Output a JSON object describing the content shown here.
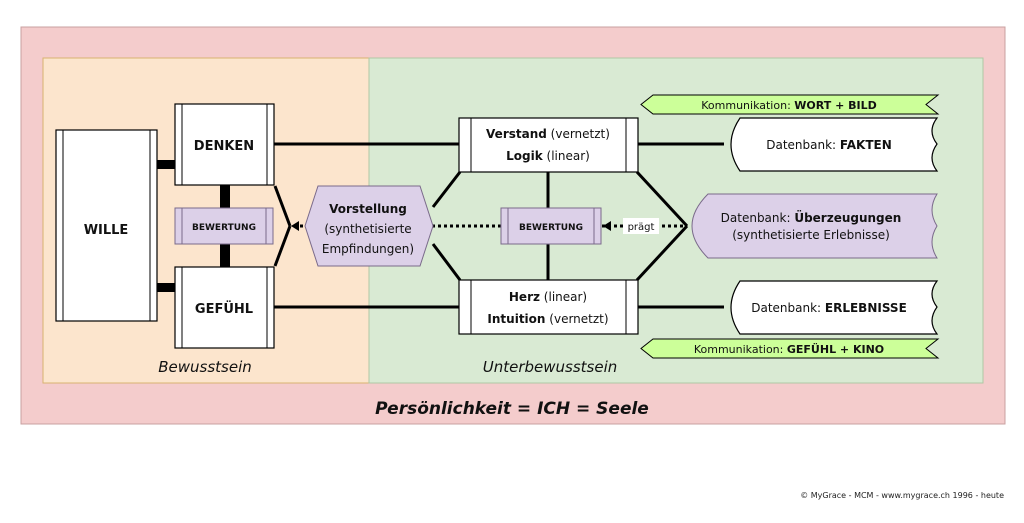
{
  "colors": {
    "outer_bg": "#f4cccc",
    "conscious_bg": "#fce5cd",
    "subconscious_bg": "#d9ead3",
    "lilac": "#dcd0e8",
    "lime": "#ccff99"
  },
  "diagram": {
    "wille": "WILLE",
    "denken": "DENKEN",
    "gefuehl": "GEFÜHL",
    "bewertung_left": "BEWERTUNG",
    "bewertung_right": "BEWERTUNG",
    "vorstellung": {
      "line1": "Vorstellung",
      "line2": "(synthetisierte",
      "line3": "Empfindungen)"
    },
    "verstand": {
      "bold": "Verstand",
      "rest": " (vernetzt)"
    },
    "logik": {
      "bold": "Logik",
      "rest": " (linear)"
    },
    "herz": {
      "bold": "Herz",
      "rest": " (linear)"
    },
    "intuition": {
      "bold": "Intuition",
      "rest": " (vernetzt)"
    },
    "praegt": "prägt",
    "db_fakten": {
      "prefix": "Datenbank: ",
      "bold": "FAKTEN"
    },
    "db_ueberzeugungen": {
      "prefix": "Datenbank: ",
      "bold": "Überzeugungen",
      "line2": "(synthetisierte Erlebnisse)"
    },
    "db_erlebnisse": {
      "prefix": "Datenbank: ",
      "bold": "ERLEBNISSE"
    },
    "komm_top": {
      "prefix": "Kommunikation: ",
      "bold": "WORT + BILD"
    },
    "komm_bottom": {
      "prefix": "Kommunikation: ",
      "bold": "GEFÜHL + KINO"
    },
    "label_bewusstsein": "Bewusstsein",
    "label_unterbewusstsein": "Unterbewusstsein",
    "title": "Persönlichkeit = ICH = Seele"
  },
  "footer": {
    "copyright": "© MyGrace - MCM - www.mygrace.ch 1996 - heute"
  }
}
